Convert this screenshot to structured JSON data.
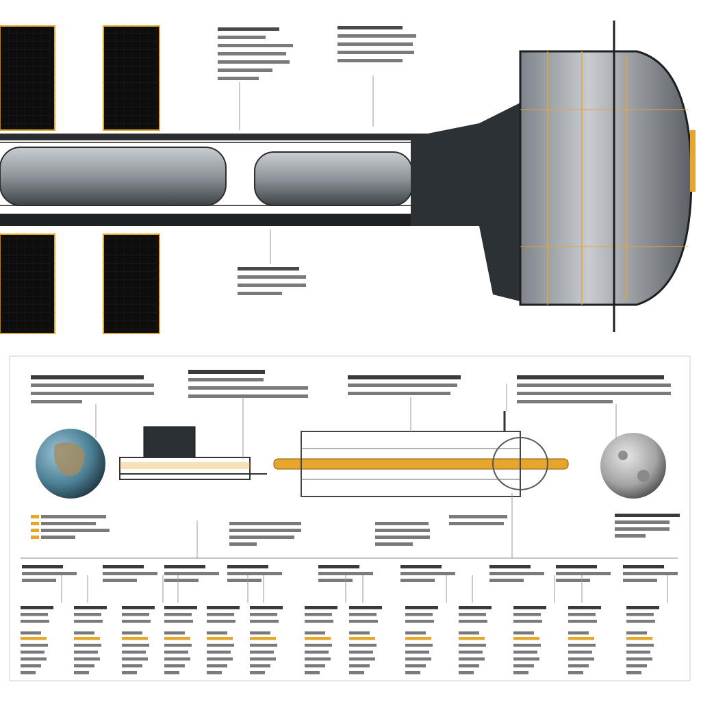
{
  "figure": {
    "type": "technical illustration of a space station",
    "sections": [
      "station overview",
      "exploded subsystems panel"
    ]
  },
  "colors": {
    "hull": "#a8adb2",
    "hull_dark": "#2f3438",
    "frame": "#1c1f22",
    "solar_panel": "#0d0d0d",
    "accent": "#e7a52a",
    "text_placeholder": "#6e6e6e"
  },
  "icons": [
    "earth-globe-icon",
    "moon-globe-icon"
  ]
}
